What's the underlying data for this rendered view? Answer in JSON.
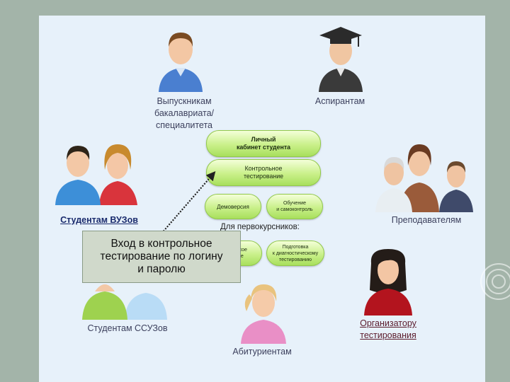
{
  "theme": {
    "slide_bg": "#e7f1fa",
    "outer_bg": "#a3b4a9",
    "pill_green": "#b5e36f",
    "callout_bg": "#d0d9cb",
    "label_color": "#3b3f5c"
  },
  "labels": {
    "graduates": "Выпускникам\nбакалавриата/\nспециалитета",
    "postgraduates": "Аспирантам",
    "university_students": "Студентам ВУЗов",
    "teachers": "Преподавателям",
    "college_students": "Студентам ССУЗов",
    "applicants": "Абитуриентам",
    "organizer": "Организатору\nтестирования"
  },
  "center": {
    "cabinet": "Личный\nкабинет студента",
    "control_testing": "Контрольное\nтестирование",
    "demo": "Демоверсия",
    "training": "Обучение\nи самоконтроль",
    "first_year_heading": "Для первокурсников:",
    "diagnostic_left": "...ческое\n...ние",
    "diagnostic_prep": "Подготовка\nк диагностическому\nтестированию"
  },
  "callout": {
    "text": "Вход в контрольное\nтестирование по логину\nи паролю"
  },
  "icons": {
    "figures": [
      "person-blue-icon",
      "graduate-cap-icon",
      "students-pair-icon",
      "teachers-group-icon",
      "college-students-icon",
      "applicant-girl-icon",
      "organizer-woman-icon"
    ]
  }
}
